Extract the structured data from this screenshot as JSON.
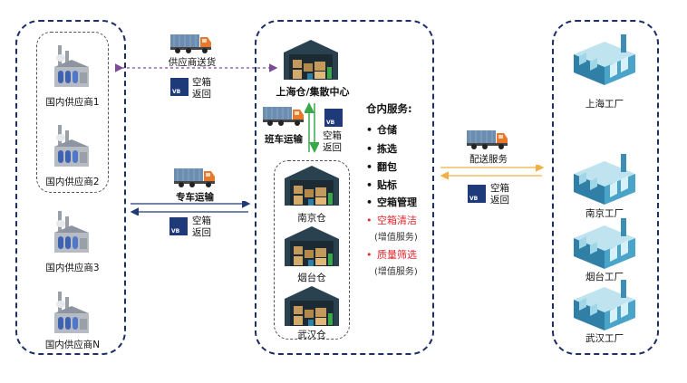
{
  "suppliers": [
    {
      "label": "国内供应商1"
    },
    {
      "label": "国内供应商2"
    },
    {
      "label": "国内供应商3"
    },
    {
      "label": "国内供应商N"
    }
  ],
  "hub": {
    "label": "上海仓/集散中心",
    "warehouses": [
      {
        "label": "南京仓"
      },
      {
        "label": "烟台仓"
      },
      {
        "label": "武汉仓"
      }
    ]
  },
  "factories": [
    {
      "label": "上海工厂"
    },
    {
      "label": "南京工厂"
    },
    {
      "label": "烟台工厂"
    },
    {
      "label": "武汉工厂"
    }
  ],
  "flows": {
    "supplier_delivery": "供应商送货",
    "dedicated_transport": "专车运输",
    "shuttle_transport": "班车运输",
    "delivery_service": "配送服务"
  },
  "empty_box_return": {
    "line1": "空箱",
    "line2": "返回",
    "icon_text": "VB"
  },
  "services": {
    "title": "仓内服务:",
    "items": [
      {
        "text": "仓储"
      },
      {
        "text": "拣选"
      },
      {
        "text": "翻包"
      },
      {
        "text": "贴标"
      },
      {
        "text": "空箱管理"
      }
    ],
    "value_added": [
      {
        "text": "空箱清洁",
        "note": "(增值服务)"
      },
      {
        "text": "质量筛选",
        "note": "(增值服务)"
      }
    ],
    "bullet": "•"
  },
  "colors": {
    "panel_border": "#1c2f66",
    "truck_cab": "#e8792c",
    "truck_container": "#6a8db0",
    "green_arrow": "#3aa74a",
    "purple_arrow": "#7d4a9a",
    "blue_arrow": "#1f3a78",
    "orange_arrow": "#f0b043",
    "accent_red": "#e0282e"
  }
}
